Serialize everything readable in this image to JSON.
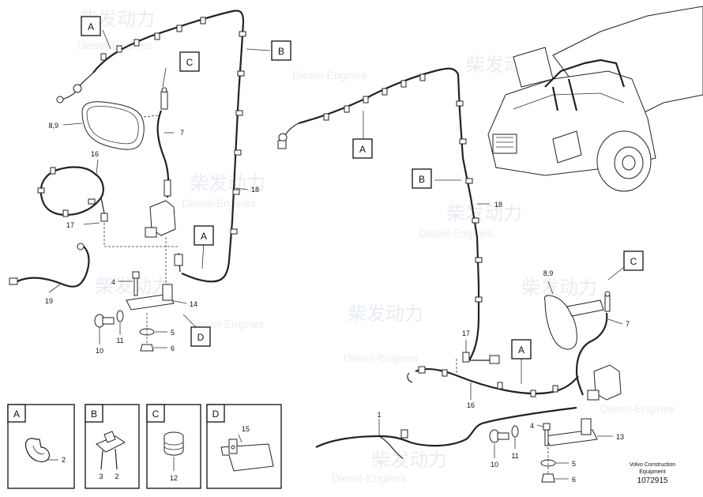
{
  "watermark": {
    "brand_cn": "柴发动力",
    "brand_en": "Diesel-Engines"
  },
  "callouts": {
    "A": "A",
    "B": "B",
    "C": "C",
    "D": "D"
  },
  "part_numbers": {
    "p1": "1",
    "p2": "2",
    "p3": "3",
    "p4": "4",
    "p5": "5",
    "p6": "6",
    "p7": "7",
    "p8_9": "8,9",
    "p10": "10",
    "p11": "11",
    "p12": "12",
    "p13": "13",
    "p14": "14",
    "p15": "15",
    "p16": "16",
    "p17": "17",
    "p18": "18",
    "p19": "19"
  },
  "footer": {
    "line1": "Volvo Construction",
    "line2": "Equipment",
    "figure_id": "1072915"
  },
  "icons": [
    "mirror-icon",
    "lamp-icon",
    "clip-icon",
    "grommet-icon",
    "bracket-icon",
    "bolt-icon",
    "washer-icon",
    "truck-icon"
  ]
}
